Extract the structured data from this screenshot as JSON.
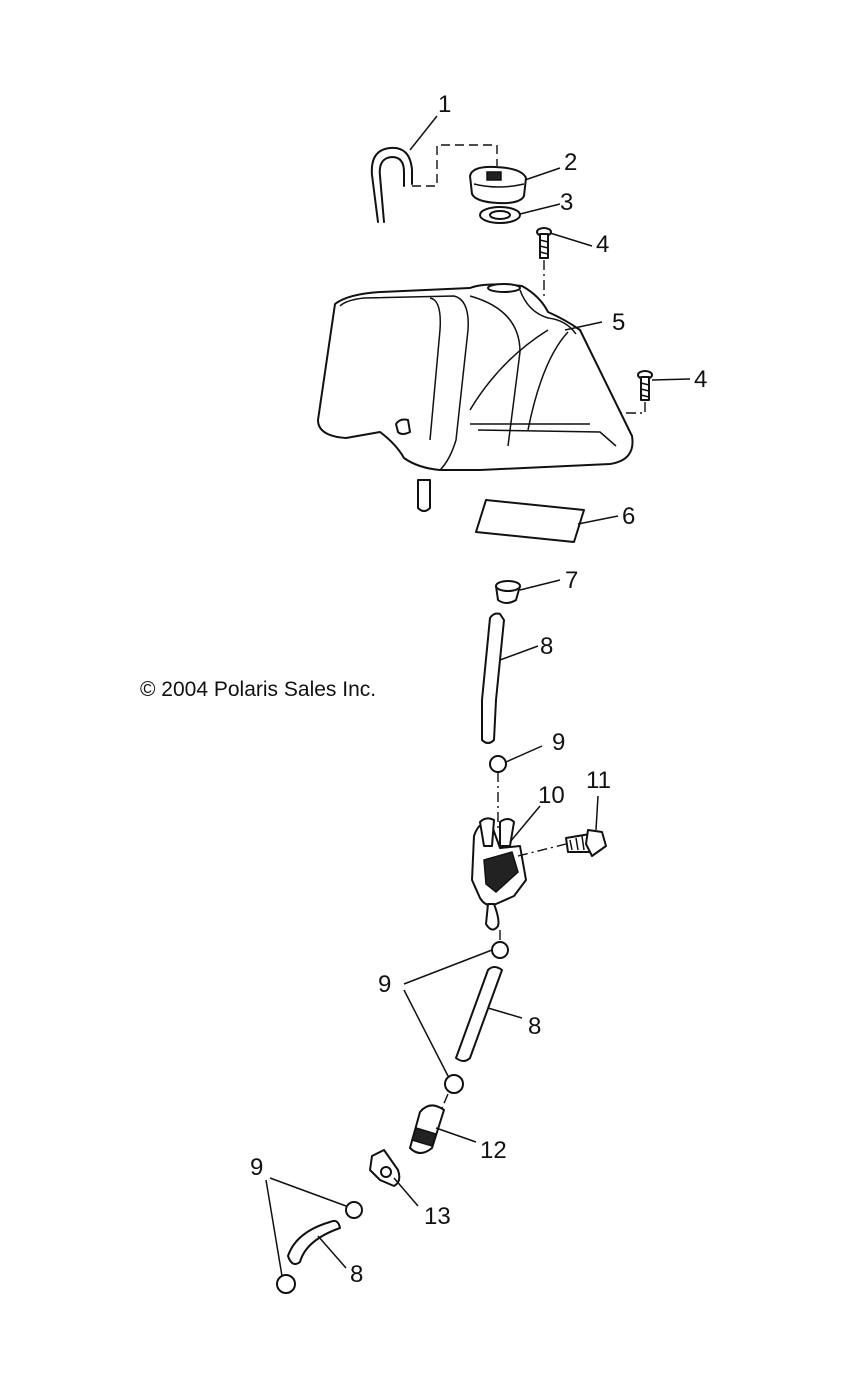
{
  "copyright": "© 2004 Polaris Sales Inc.",
  "callouts": [
    "1",
    "2",
    "3",
    "4",
    "4",
    "5",
    "6",
    "7",
    "8",
    "9",
    "10",
    "11",
    "9",
    "8",
    "12",
    "13",
    "9",
    "8"
  ],
  "parts": [
    {
      "ref": "1",
      "name": "vent-hose"
    },
    {
      "ref": "2",
      "name": "fuel-cap"
    },
    {
      "ref": "3",
      "name": "cap-gasket"
    },
    {
      "ref": "4",
      "name": "screw"
    },
    {
      "ref": "5",
      "name": "fuel-tank"
    },
    {
      "ref": "6",
      "name": "decal"
    },
    {
      "ref": "7",
      "name": "hose-clamp"
    },
    {
      "ref": "8",
      "name": "fuel-hose"
    },
    {
      "ref": "9",
      "name": "clamp"
    },
    {
      "ref": "10",
      "name": "fuel-valve"
    },
    {
      "ref": "11",
      "name": "bolt"
    },
    {
      "ref": "12",
      "name": "fuel-filter"
    },
    {
      "ref": "13",
      "name": "filter-bracket"
    }
  ]
}
